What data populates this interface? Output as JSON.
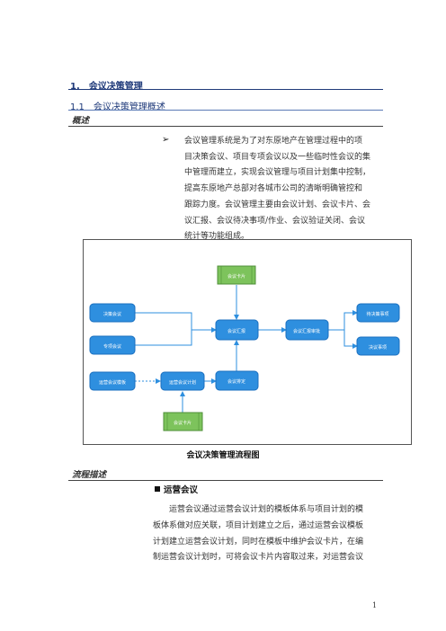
{
  "heading1": "1.　会议决策管理",
  "heading2": "1.1　会议决策管理概述",
  "heading3_overview": "概述",
  "overview_lines": [
    "会议管理系统是为了对东原地产在管理过程中的项",
    "目决策会议、项目专项会议以及一些临时性会议的集",
    "中管理而建立，实现会议管理与项目计划集中控制，",
    "提高东原地产总部对各城市公司的清晰明确管控和",
    "跟踪力度。会议管理主要由会议计划、会议卡片、会",
    "议汇报、会议待决事项/作业、会议验证关闭、会议",
    "统计等功能组成。"
  ],
  "diagram": {
    "nodes": {
      "meeting_card_top": "会议卡片",
      "decision_meeting": "决策会议",
      "special_meeting": "专项会议",
      "meeting_report": "会议汇报",
      "report_review": "会议汇报审批",
      "pending_issues": "待决策事项",
      "decision_items": "决议事项",
      "ops_template": "运营会议模板",
      "ops_plan": "运营会议计划",
      "meeting_schedule": "会议排定",
      "meeting_card_bottom": "会议卡片"
    },
    "colors": {
      "blue_fill": "#2e8fdf",
      "blue_border": "#1a6fbf",
      "green_fill": "#7dc35c",
      "green_border": "#4f8f38",
      "connector": "#2e8fdf"
    }
  },
  "caption": "会议决策管理流程图",
  "heading3_flow": "流程描述",
  "heading4": "运营会议",
  "flow_lines": [
    "　　运营会议通过运营会议计划的模板体系与项目计划的模",
    "板体系做对应关联，项目计划建立之后，通过运营会议模板",
    "计划建立运营会议计划，同时在模板中维护会议卡片，在编",
    "制运营会议计划时，可将会议卡片内容取过来，对运营会议"
  ],
  "page_number": "1"
}
